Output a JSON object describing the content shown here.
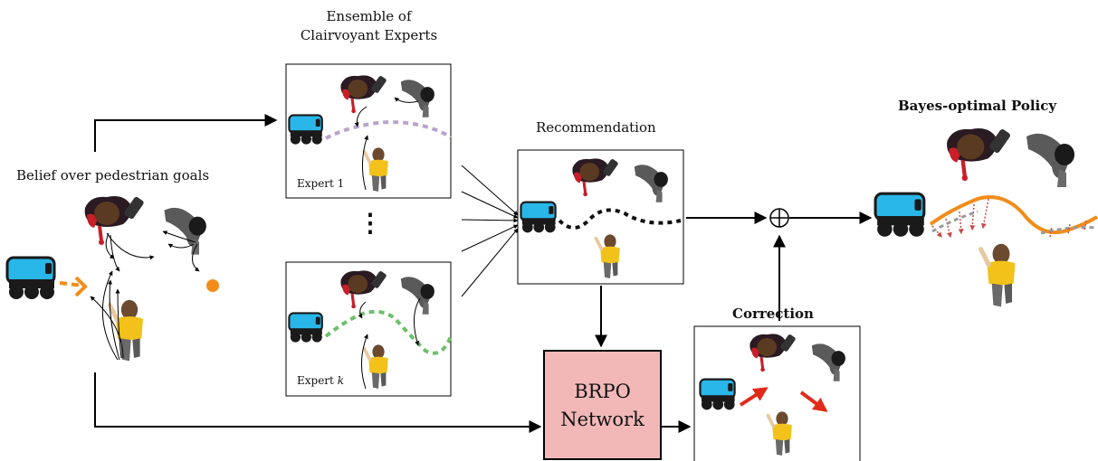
{
  "labels": {
    "ensemble_title_line1": "Ensemble of",
    "ensemble_title_line2": "Clairvoyant Experts",
    "belief_title": "Belief over pedestrian goals",
    "recommendation_title": "Recommendation",
    "policy_title": "Bayes-optimal Policy",
    "correction_title": "Correction",
    "expert1_label": "Expert 1",
    "expertk_label_prefix": "Expert ",
    "expertk_label_var": "k",
    "vertical_dots": "⋮",
    "network_line1": "BRPO",
    "network_line2": "Network",
    "combine_symbol": "⊕"
  },
  "colors": {
    "robot_body": "#1a1a1a",
    "robot_screen": "#29b6e8",
    "goal_dot": "#f28c1a",
    "trajectory_expert1": "#b8a4cc",
    "trajectory_expertk": "#6fbf6a",
    "trajectory_recommendation": "#111111",
    "policy_path": "#f28c1a",
    "network_fill": "#f2b8b8",
    "correction_arrow": "#e02a1a",
    "pedestrian_red": "#c81e28",
    "pedestrian_yellow": "#f2c21a",
    "pedestrian_gray": "#5a5a5a"
  }
}
